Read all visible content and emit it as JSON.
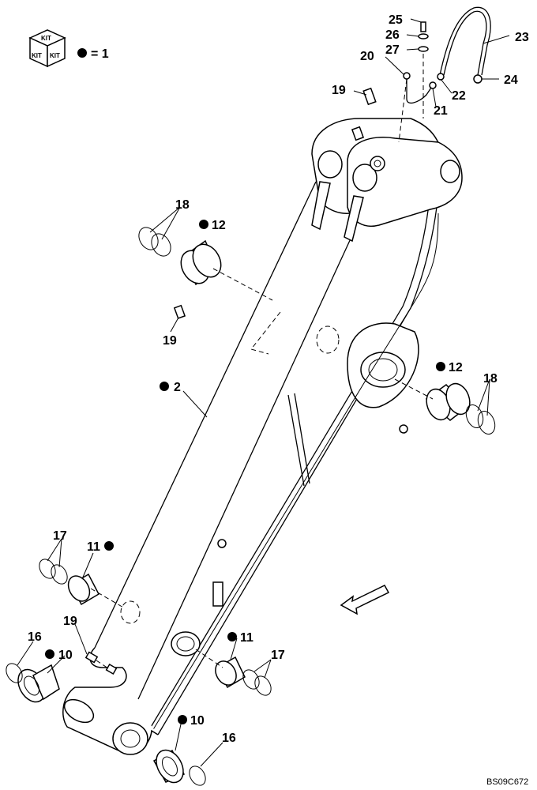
{
  "legend": {
    "kit_icon_label": "KIT",
    "kit_faces": [
      "KIT",
      "KIT",
      "KIT"
    ],
    "equals_text": "= 1"
  },
  "callouts": {
    "c2": "2",
    "c10a": "10",
    "c10b": "10",
    "c11a": "11",
    "c11b": "11",
    "c12a": "12",
    "c12b": "12",
    "c16a": "16",
    "c16b": "16",
    "c17a": "17",
    "c17b": "17",
    "c18a": "18",
    "c18b": "18",
    "c19a": "19",
    "c19b": "19",
    "c19c": "19",
    "c20": "20",
    "c21": "21",
    "c22": "22",
    "c23": "23",
    "c24": "24",
    "c25": "25",
    "c26": "26",
    "c27": "27"
  },
  "drawing_code": "BS09C672",
  "direction_arrow_icon": "front-direction-arrow-icon"
}
